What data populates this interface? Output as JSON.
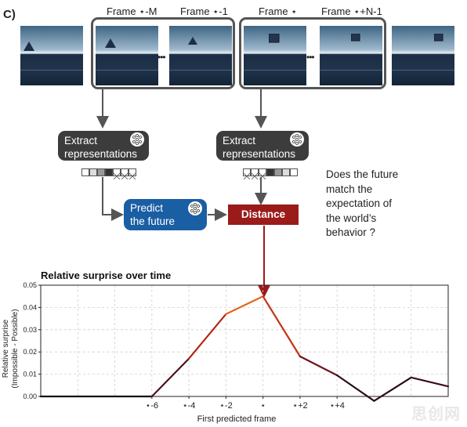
{
  "panel_label": "C)",
  "frame_titles": [
    "Frame ⋆-M",
    "Frame ⋆-1",
    "Frame ⋆",
    "Frame ⋆+N-1"
  ],
  "ellipsis": "•••",
  "left_extract": {
    "line1": "Extract",
    "line2": "representations"
  },
  "right_extract": {
    "line1": "Extract",
    "line2": "representations"
  },
  "predict_box": {
    "line1": "Predict",
    "line2": "the future"
  },
  "distance_box": "Distance",
  "question": [
    "Does the future",
    "match the",
    "expectation of",
    "the world’s",
    "behavior ?"
  ],
  "chart_data": {
    "type": "line",
    "title": "Relative surprise over time",
    "xlabel": "First predicted frame",
    "ylabel": [
      "Relative surprise",
      "(Impossible - Possible)"
    ],
    "ylim": [
      0,
      0.05
    ],
    "yticks": [
      "0.00",
      "0.01",
      "0.02",
      "0.03",
      "0.04",
      "0.05"
    ],
    "xlim": [
      -12,
      10
    ],
    "xticks": [
      {
        "x": -6,
        "label": "⋆-6"
      },
      {
        "x": -4,
        "label": "⋆-4"
      },
      {
        "x": -2,
        "label": "⋆-2"
      },
      {
        "x": 0,
        "label": "⋆"
      },
      {
        "x": 2,
        "label": "⋆+2"
      },
      {
        "x": 4,
        "label": "⋆+4"
      }
    ],
    "x": [
      -12,
      -6,
      -4,
      -2,
      0,
      2,
      4,
      6,
      8,
      10
    ],
    "y": [
      0.0,
      0.0,
      0.017,
      0.037,
      0.045,
      0.018,
      0.0095,
      -0.002,
      0.0085,
      0.0045
    ],
    "grid": true
  },
  "watermark": "思创网",
  "colors": {
    "dark_box": "#3c3c3c",
    "blue_box": "#1a5ea4",
    "red_box": "#9b1a1a",
    "arrow": "#555555",
    "red_arrow": "#9b1a1a"
  }
}
